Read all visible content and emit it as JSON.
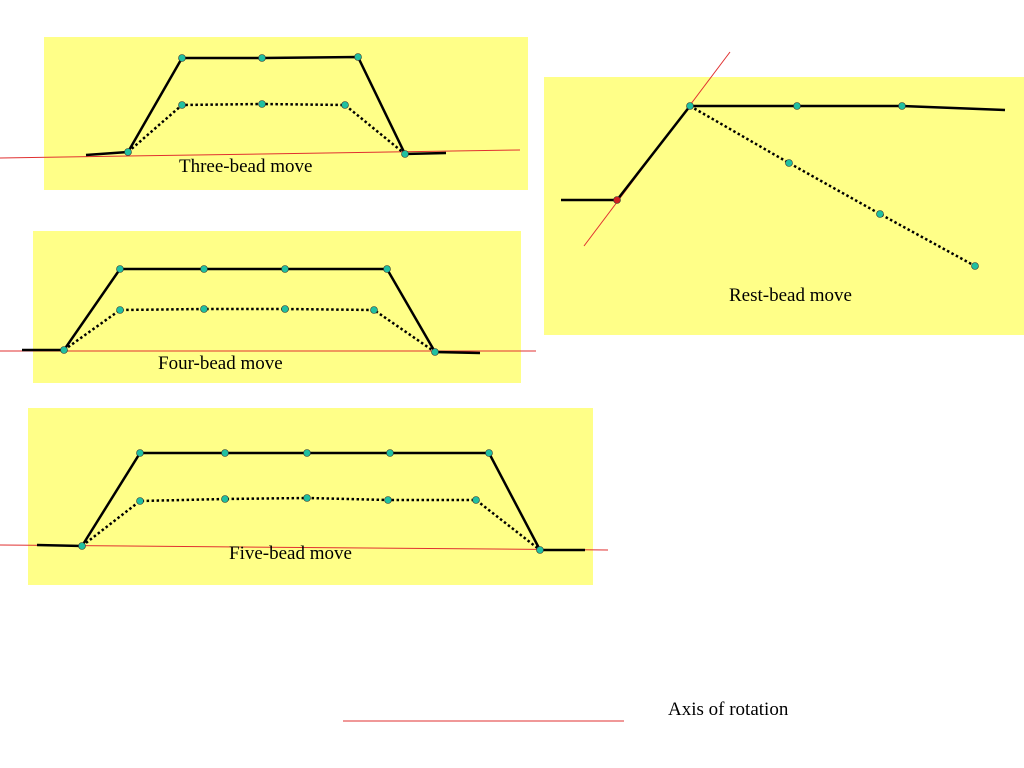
{
  "colors": {
    "panel": "#ffff88",
    "chain": "#000000",
    "axis": "#e03030",
    "bead": "#20c0a0",
    "bead_pivot": "#d02020"
  },
  "labels": {
    "three_bead": "Three-bead move",
    "four_bead": "Four-bead move",
    "five_bead": "Five-bead move",
    "rest_bead": "Rest-bead move",
    "axis_legend": "Axis of rotation"
  }
}
